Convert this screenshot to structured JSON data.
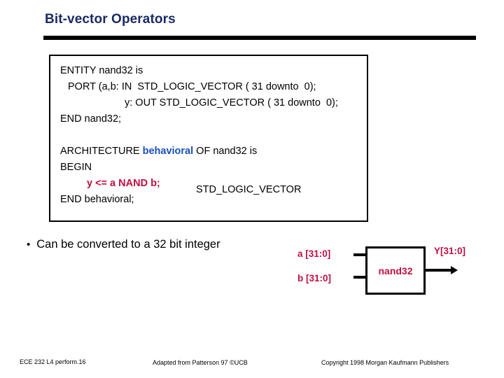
{
  "slide": {
    "title": "Bit-vector Operators"
  },
  "code_box": {
    "lines": [
      {
        "indent": "none",
        "text": "ENTITY nand32 is"
      },
      {
        "indent": "indent-1",
        "text": "PORT (a,b: IN  STD_LOGIC_VECTOR ( 31 downto  0);"
      },
      {
        "indent": "indent-2",
        "text": "y: OUT STD_LOGIC_VECTOR ( 31 downto  0);"
      },
      {
        "indent": "none",
        "text": "END nand32;"
      }
    ],
    "arch": {
      "line1_pre": "ARCHITECTURE ",
      "line1_kw": "behavioral",
      "line1_post": " OF nand32 is",
      "line2": "BEGIN",
      "line3_stmt": "y <= a NAND b;",
      "line4": "END behavioral;"
    },
    "annotation": "STD_LOGIC_VECTOR"
  },
  "bullet": {
    "marker": "•",
    "text": "Can be converted to a 32 bit integer"
  },
  "diagram": {
    "input_a": "a [31:0]",
    "input_b": "b [31:0]",
    "output_y": "Y[31:0]",
    "block_label": "nand32"
  },
  "footer": {
    "left": "ECE 232  L4 perform.16",
    "center": "Adapted from Patterson 97 ©UCB",
    "right": "Copyright 1998 Morgan Kaufmann Publishers"
  },
  "colors": {
    "title": "#1a2a66",
    "keyword_blue": "#1a4fbf",
    "accent_red": "#bf1040",
    "rule": "#000000",
    "background": "#ffffff"
  }
}
